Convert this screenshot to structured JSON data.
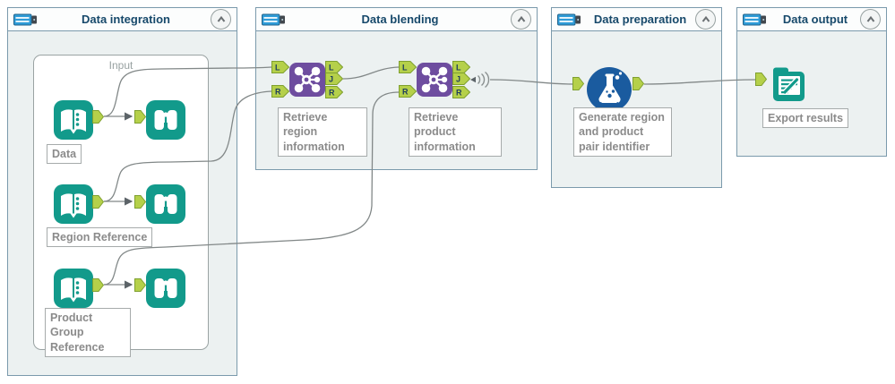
{
  "app": {
    "name": "workflow-canvas"
  },
  "containers": {
    "integration": {
      "title": "Data integration"
    },
    "blending": {
      "title": "Data blending"
    },
    "preparation": {
      "title": "Data preparation"
    },
    "output": {
      "title": "Data output"
    }
  },
  "input_group": {
    "label": "Input"
  },
  "labels": {
    "data": "Data",
    "region_ref": "Region Reference",
    "product_ref": "Product Group Reference",
    "join1": "Retrieve region information",
    "join2": "Retrieve product information",
    "formula": "Generate region and product pair identifier",
    "output": "Export results"
  },
  "anchors": {
    "l": "L",
    "j": "J",
    "r": "R"
  },
  "colors": {
    "tool_teal": "#129a8b",
    "join_purple": "#6e4d9f",
    "formula_blue": "#1a5b9f",
    "anchor_green": "#b5d04a",
    "wire_gray": "#828888",
    "container_border": "#7b9aac",
    "container_fill": "#ecf1f1",
    "header_text": "#17496b",
    "label_text": "#8b8b8b"
  }
}
